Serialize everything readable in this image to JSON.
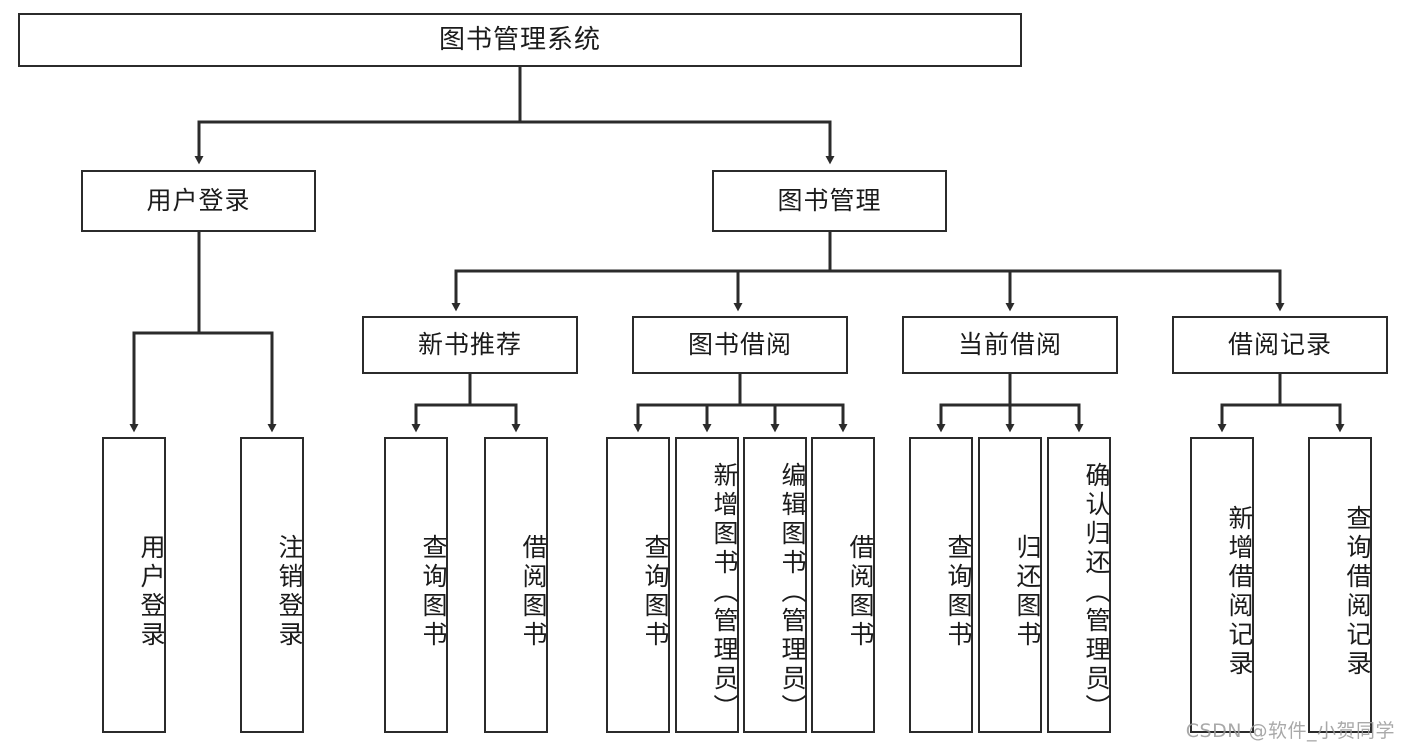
{
  "diagram": {
    "title": "图书管理系统",
    "type": "tree",
    "watermark": "CSDN @软件_小贺同学",
    "colors": {
      "box_border": "#2b2b2b",
      "box_fill": "#ffffff",
      "edge": "#2b2b2b",
      "text": "#1b1b1b",
      "watermark": "#9b9b9b",
      "background": "#ffffff"
    },
    "nodes": {
      "root": {
        "label": "图书管理系统"
      },
      "level2": [
        {
          "id": "user-login",
          "label": "用户登录"
        },
        {
          "id": "book-manage",
          "label": "图书管理"
        }
      ],
      "level3": [
        {
          "id": "new-book-recommend",
          "label": "新书推荐"
        },
        {
          "id": "book-borrow",
          "label": "图书借阅"
        },
        {
          "id": "current-borrow",
          "label": "当前借阅"
        },
        {
          "id": "borrow-record",
          "label": "借阅记录"
        }
      ],
      "leaves": {
        "user-login": [
          {
            "id": "leaf-user-login",
            "label": "用户登录"
          },
          {
            "id": "leaf-user-logout",
            "label": "注销登录"
          }
        ],
        "new-book-recommend": [
          {
            "id": "leaf-query-book-1",
            "label": "查询图书"
          },
          {
            "id": "leaf-borrow-book-1",
            "label": "借阅图书"
          }
        ],
        "book-borrow": [
          {
            "id": "leaf-query-book-2",
            "label": "查询图书"
          },
          {
            "id": "leaf-add-book",
            "label": "新增图书（管理员）"
          },
          {
            "id": "leaf-edit-book",
            "label": "编辑图书（管理员）"
          },
          {
            "id": "leaf-borrow-book-2",
            "label": "借阅图书"
          }
        ],
        "current-borrow": [
          {
            "id": "leaf-query-book-3",
            "label": "查询图书"
          },
          {
            "id": "leaf-return-book",
            "label": "归还图书"
          },
          {
            "id": "leaf-confirm-return",
            "label": "确认归还（管理员）"
          }
        ],
        "borrow-record": [
          {
            "id": "leaf-add-record",
            "label": "新增借阅记录"
          },
          {
            "id": "leaf-query-record",
            "label": "查询借阅记录"
          }
        ]
      }
    }
  }
}
